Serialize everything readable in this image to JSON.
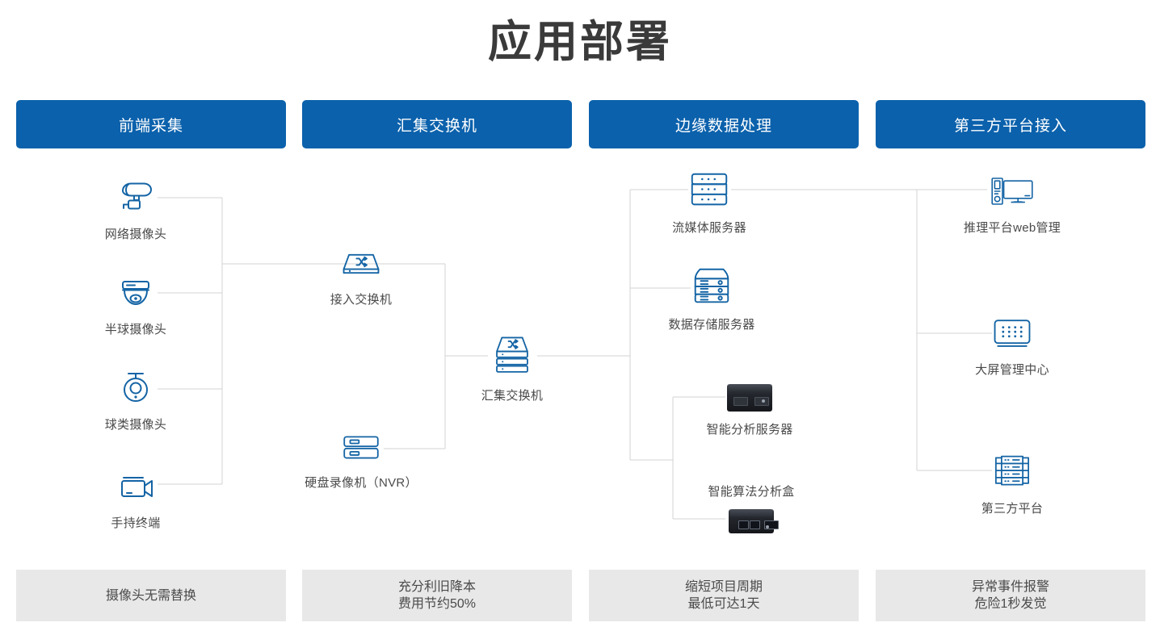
{
  "page": {
    "title": "应用部署",
    "accent_color": "#0b61ac",
    "icon_color": "#1464a5",
    "footer_bg": "#e8e8e8",
    "line_color": "#d0d0d0"
  },
  "columns": [
    {
      "header": "前端采集",
      "footer": {
        "line1": "摄像头无需替换",
        "line2": ""
      },
      "nodes": [
        {
          "label": "网络摄像头",
          "icon": "bullet-camera-icon"
        },
        {
          "label": "半球摄像头",
          "icon": "dome-camera-icon"
        },
        {
          "label": "球类摄像头",
          "icon": "ptz-camera-icon"
        },
        {
          "label": "手持终端",
          "icon": "handheld-camcorder-icon"
        }
      ]
    },
    {
      "header": "汇集交换机",
      "footer": {
        "line1": "充分利旧降本",
        "line2": "费用节约50%"
      },
      "nodes": [
        {
          "label": "接入交换机",
          "icon": "network-switch-icon"
        },
        {
          "label": "硬盘录像机（NVR）",
          "icon": "nvr-recorder-icon"
        }
      ]
    },
    {
      "header": "边缘数据处理",
      "footer": {
        "line1": "缩短项目周期",
        "line2": "最低可达1天"
      },
      "nodes": [
        {
          "label": "流媒体服务器",
          "icon": "streaming-server-icon"
        },
        {
          "label": "数据存储服务器",
          "icon": "storage-server-icon"
        },
        {
          "label": "智能分析服务器",
          "icon": "rack-server-photo"
        },
        {
          "label": "智能算法分析盒",
          "icon": "edge-ai-box-photo"
        }
      ]
    },
    {
      "header": "第三方平台接入",
      "footer": {
        "line1": "异常事件报警",
        "line2": "危险1秒发觉"
      },
      "nodes": [
        {
          "label": "推理平台web管理",
          "icon": "desktop-computer-icon"
        },
        {
          "label": "大屏管理中心",
          "icon": "video-wall-icon"
        },
        {
          "label": "第三方平台",
          "icon": "server-rack-icon"
        }
      ]
    }
  ],
  "center_node": {
    "label": "汇集交换机",
    "icon": "stacked-switch-icon"
  }
}
